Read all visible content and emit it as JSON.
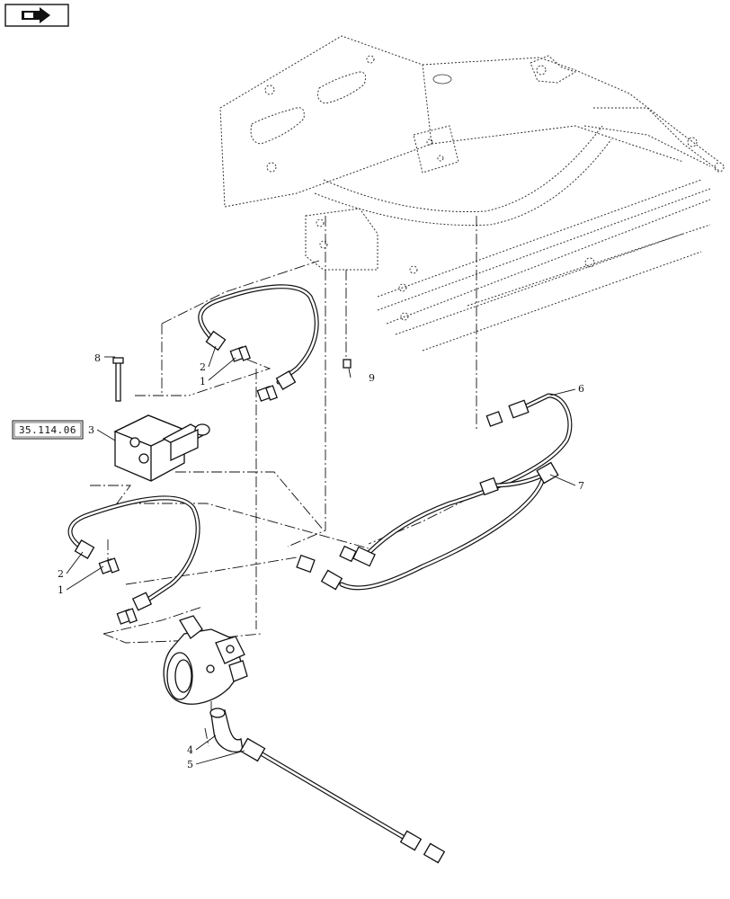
{
  "nav": {
    "icon": "arrow-right-icon"
  },
  "reference_box": {
    "label": "35.114.06"
  },
  "callouts": [
    {
      "id": "c1a",
      "label": "1"
    },
    {
      "id": "c2a",
      "label": "2"
    },
    {
      "id": "c1b",
      "label": "1"
    },
    {
      "id": "c2b",
      "label": "2"
    },
    {
      "id": "c3",
      "label": "3"
    },
    {
      "id": "c4",
      "label": "4"
    },
    {
      "id": "c5",
      "label": "5"
    },
    {
      "id": "c6",
      "label": "6"
    },
    {
      "id": "c7",
      "label": "7"
    },
    {
      "id": "c8",
      "label": "8"
    },
    {
      "id": "c9",
      "label": "9"
    }
  ]
}
